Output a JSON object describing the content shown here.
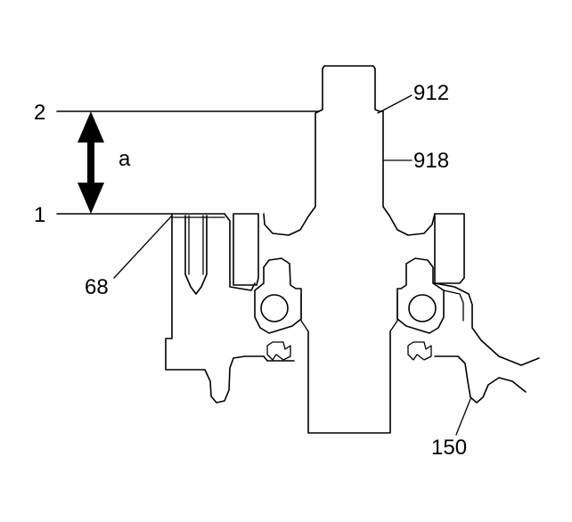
{
  "diagram": {
    "labels": {
      "level_2": "2",
      "level_1": "1",
      "dimension": "a",
      "part_912": "912",
      "part_918": "918",
      "part_68": "68",
      "part_150": "150"
    },
    "colors": {
      "line": "#000000",
      "background": "#ffffff"
    }
  }
}
